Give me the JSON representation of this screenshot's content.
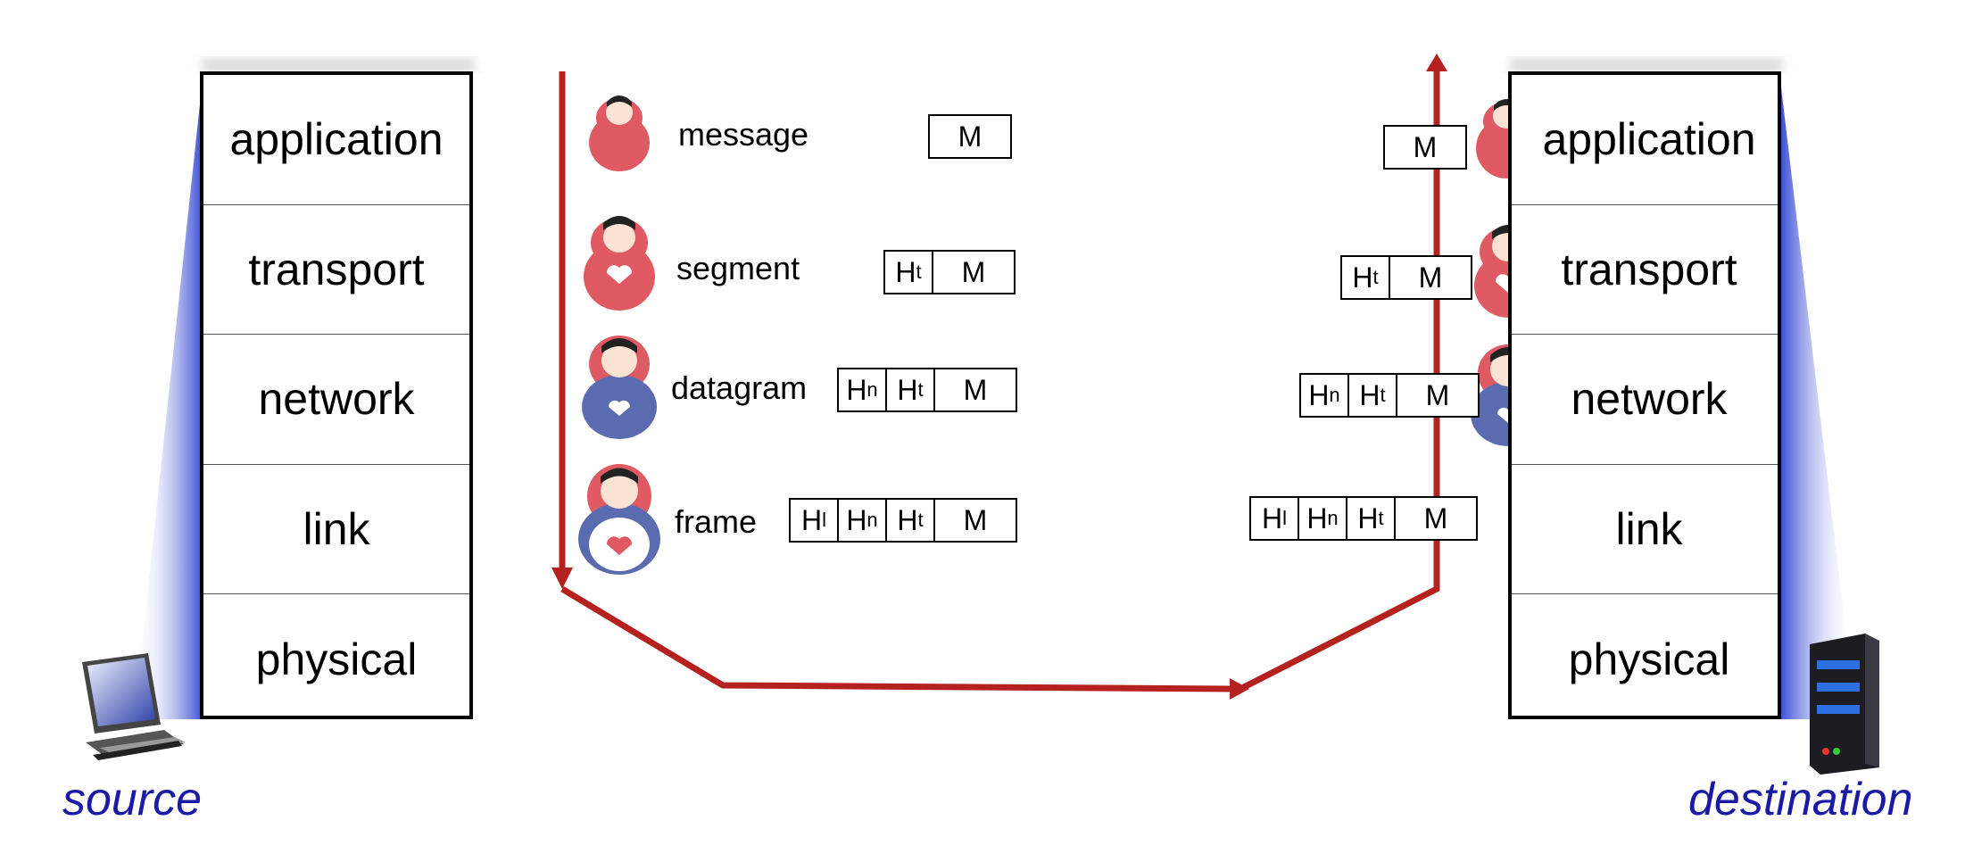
{
  "layers": [
    "application",
    "transport",
    "network",
    "link",
    "physical"
  ],
  "source_label": "source",
  "destination_label": "destination",
  "pdus": [
    {
      "label": "message",
      "headers": []
    },
    {
      "label": "segment",
      "headers": [
        [
          "H",
          "t"
        ]
      ]
    },
    {
      "label": "datagram",
      "headers": [
        [
          "H",
          "n"
        ],
        [
          "H",
          "t"
        ]
      ]
    },
    {
      "label": "frame",
      "headers": [
        [
          "H",
          "l"
        ],
        [
          "H",
          "n"
        ],
        [
          "H",
          "t"
        ]
      ]
    }
  ],
  "payload": "M",
  "colors": {
    "arrow": "#b5211e",
    "endpoint_text": "#1a1aa6",
    "doll_red": "#e05a63",
    "doll_blue": "#5b6bb0"
  },
  "icons": [
    "laptop-icon",
    "server-icon",
    "matryoshka-doll-icon"
  ]
}
